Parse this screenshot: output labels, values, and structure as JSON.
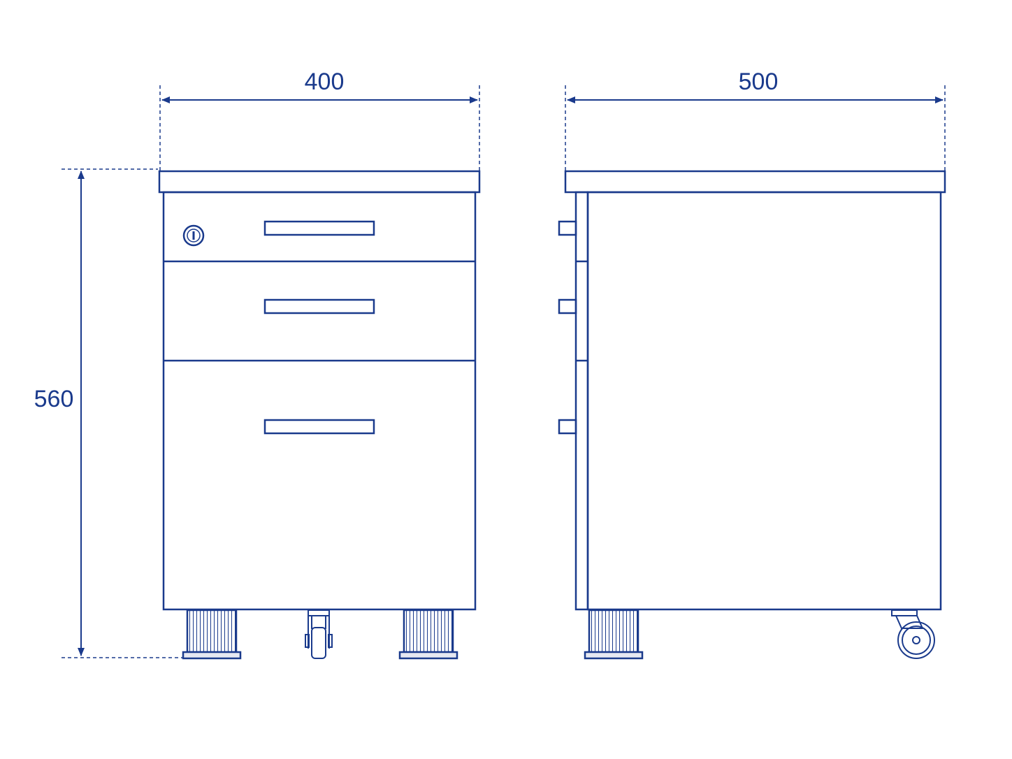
{
  "colors": {
    "line": "#1a3a8c",
    "background": "#ffffff",
    "foot_fill": "#e6e9f2"
  },
  "dimensions": {
    "front_width": "400",
    "side_depth": "500",
    "height": "560"
  },
  "views": {
    "front": {
      "drawers": 3,
      "handles": 3,
      "lock_icon": "lock-icon",
      "feet": 2,
      "casters": 1
    },
    "side": {
      "handles": 3,
      "feet": 1,
      "casters": 1
    }
  }
}
